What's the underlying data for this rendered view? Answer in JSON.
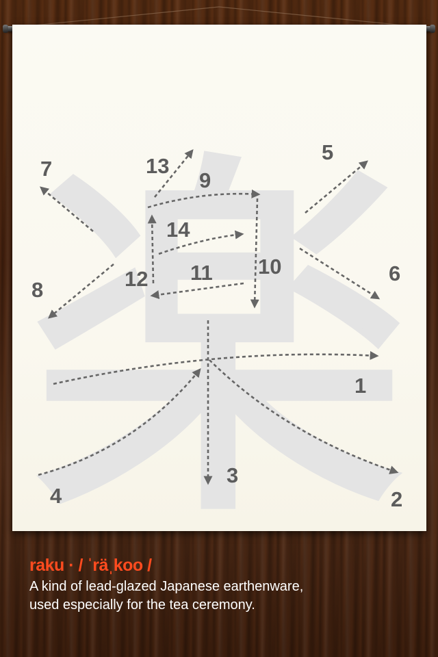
{
  "kanji": {
    "character": "楽",
    "stroke_numbers": [
      "1",
      "2",
      "3",
      "4",
      "5",
      "6",
      "7",
      "8",
      "9",
      "10",
      "11",
      "12",
      "13",
      "14"
    ]
  },
  "entry": {
    "headword": "raku · / ˈräˌkoo /",
    "definition_line1": "A kind of lead-glazed Japanese earthenware,",
    "definition_line2": "used especially for the tea ceremony."
  },
  "colors": {
    "accent": "#ff4b1f",
    "stroke_arrow": "#666666",
    "kanji_shadow": "#e4e4e4",
    "paper": "#faf8ef",
    "wood": "#4a2410"
  }
}
